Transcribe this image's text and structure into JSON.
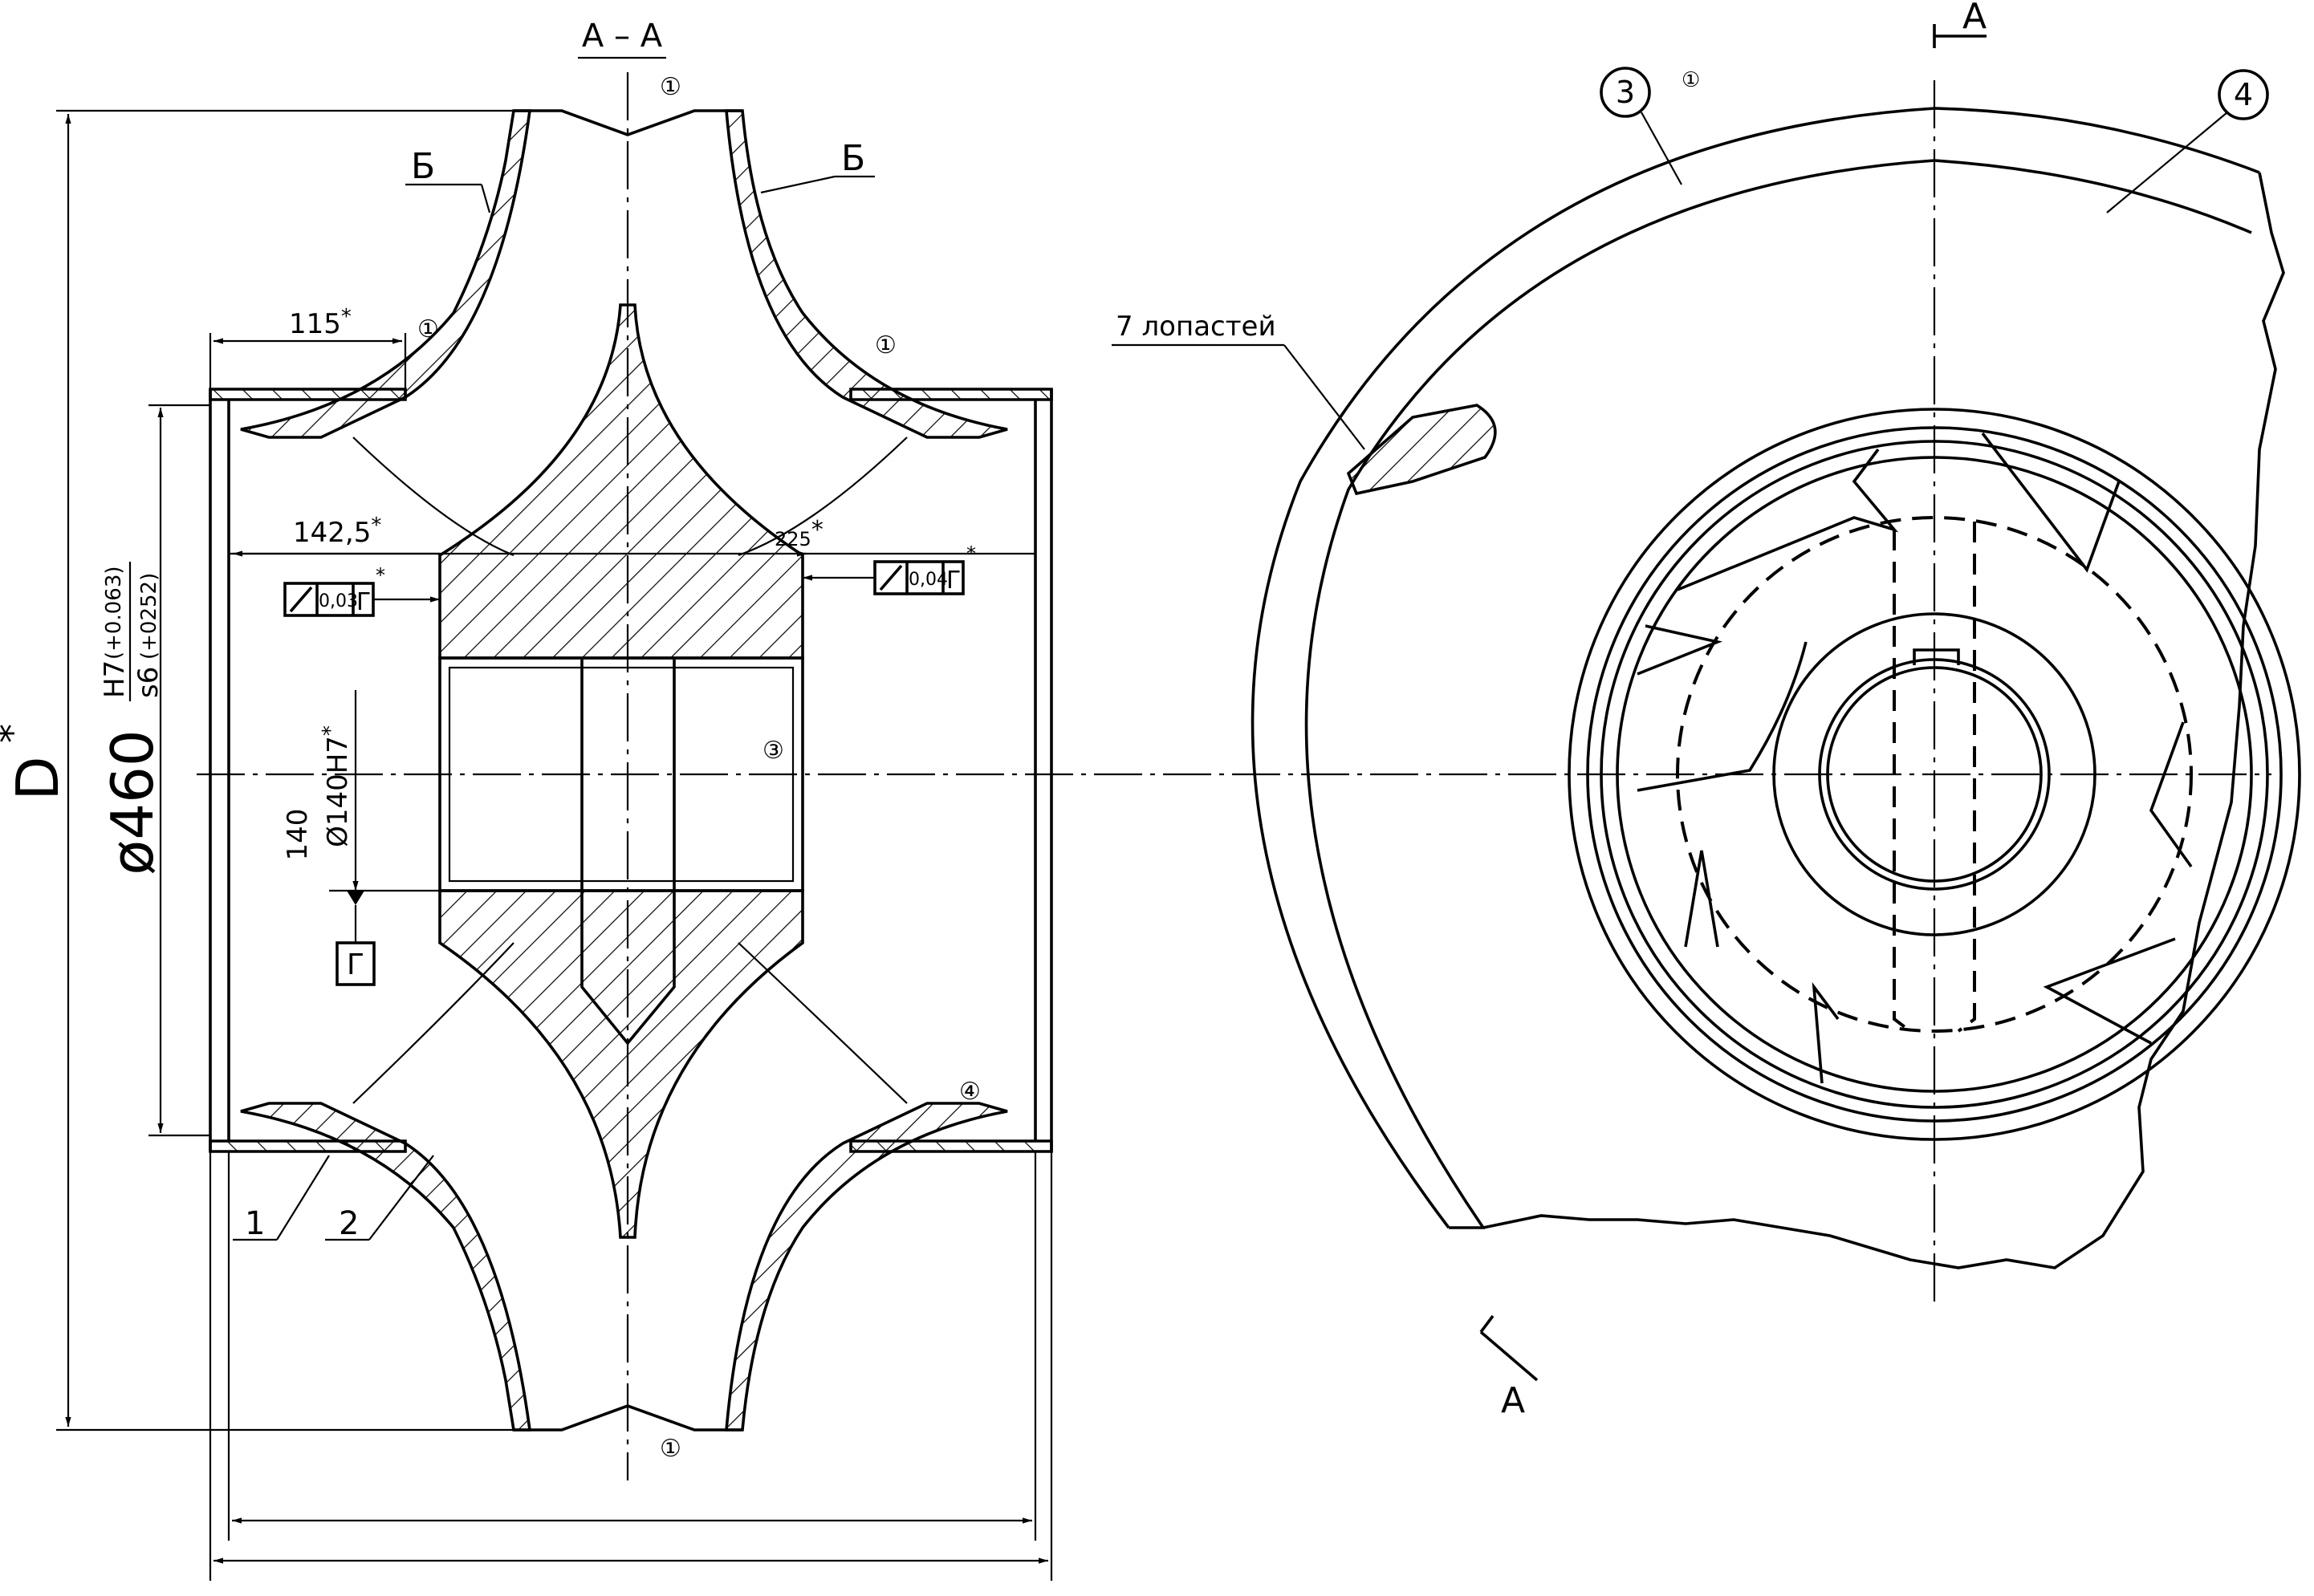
{
  "section": {
    "title": "А – А",
    "reference_letter_top": "А",
    "reference_letter_bottom": "А"
  },
  "dimensions": {
    "overall_diameter": "D",
    "overall_diameter_mark": "*",
    "bore_diameter": "ø460",
    "fit_upper": "H7",
    "fit_upper_tol": "(+0.063)",
    "fit_lower": "s6",
    "fit_lower_tol": "(+0252)",
    "rim_width": "115",
    "rim_width_mark": "*",
    "hub_offset": "142,5",
    "hub_offset_mark": "*",
    "hub_length": "225",
    "hub_length_mark": "*",
    "hub_bore": "140",
    "hub_bore_fit": "Ø140H7",
    "hub_bore_fit_mark": "*"
  },
  "tolerances": {
    "runout_left": "0,03",
    "runout_right": "0,04",
    "datum": "Г",
    "mark": "*"
  },
  "labels": {
    "surface_b_left": "Б",
    "surface_b_right": "Б",
    "part_1": "1",
    "part_2": "2",
    "blades_note": "7 лопастей",
    "circle_3": "3",
    "circle_4": "4",
    "circle_mark_1": "①",
    "circle_mark_3": "③",
    "circle_mark_4": "④"
  }
}
